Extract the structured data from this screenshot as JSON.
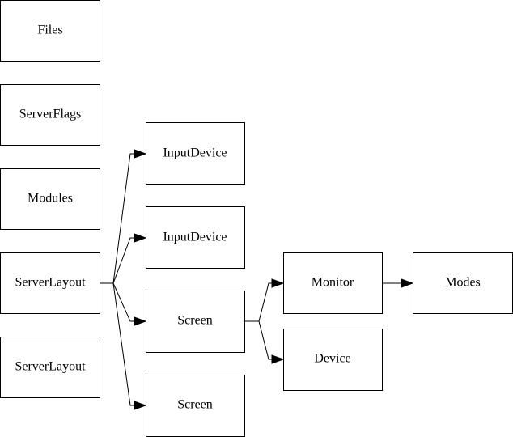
{
  "diagram": {
    "nodes": {
      "files": "Files",
      "serverflags": "ServerFlags",
      "modules": "Modules",
      "serverlayout_1": "ServerLayout",
      "serverlayout_2": "ServerLayout",
      "inputdevice_1": "InputDevice",
      "inputdevice_2": "InputDevice",
      "screen_1": "Screen",
      "screen_2": "Screen",
      "monitor": "Monitor",
      "device": "Device",
      "modes": "Modes"
    },
    "edges": [
      {
        "from": "serverlayout_1",
        "to": "inputdevice_1"
      },
      {
        "from": "serverlayout_1",
        "to": "inputdevice_2"
      },
      {
        "from": "serverlayout_1",
        "to": "screen_1"
      },
      {
        "from": "serverlayout_1",
        "to": "screen_2"
      },
      {
        "from": "screen_1",
        "to": "monitor"
      },
      {
        "from": "screen_1",
        "to": "device"
      },
      {
        "from": "monitor",
        "to": "modes"
      }
    ]
  }
}
